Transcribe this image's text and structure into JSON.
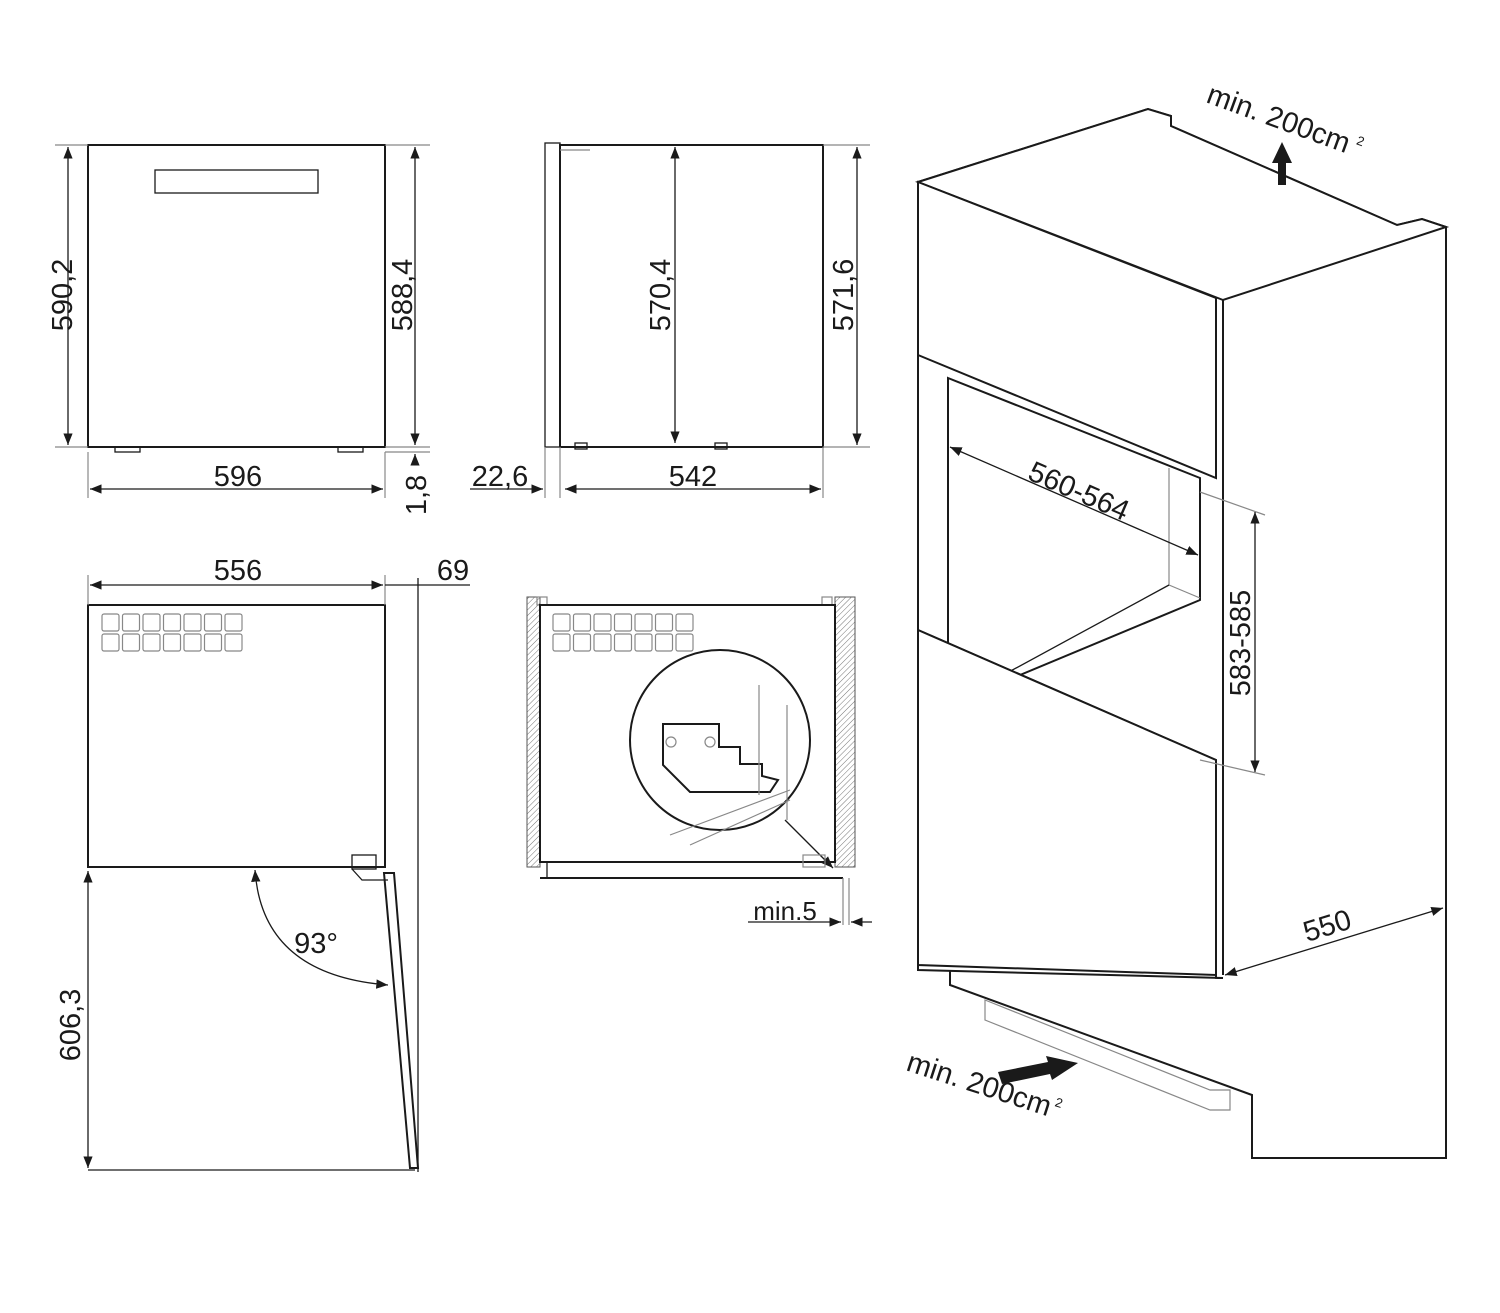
{
  "colors": {
    "line": "#1a1a1a",
    "light_line": "#888888",
    "background": "#ffffff"
  },
  "front_view": {
    "height_left": "590,2",
    "height_right": "588,4",
    "width": "596",
    "foot_gap": "1,8"
  },
  "side_view": {
    "inner_height": "570,4",
    "total_height": "571,6",
    "depth": "542",
    "front_thickness": "22,6"
  },
  "top_view": {
    "width": "556",
    "door_offset": "69",
    "door_angle": "93°",
    "door_swing_depth": "606,3"
  },
  "detail_view": {
    "gap": "min.5"
  },
  "installation_view": {
    "top_ventilation": "min. 200cm",
    "top_ventilation_sup": "2",
    "niche_width": "560-564",
    "niche_height": "583-585",
    "cabinet_depth": "550",
    "bottom_ventilation": "min. 200cm",
    "bottom_ventilation_sup": "2"
  }
}
